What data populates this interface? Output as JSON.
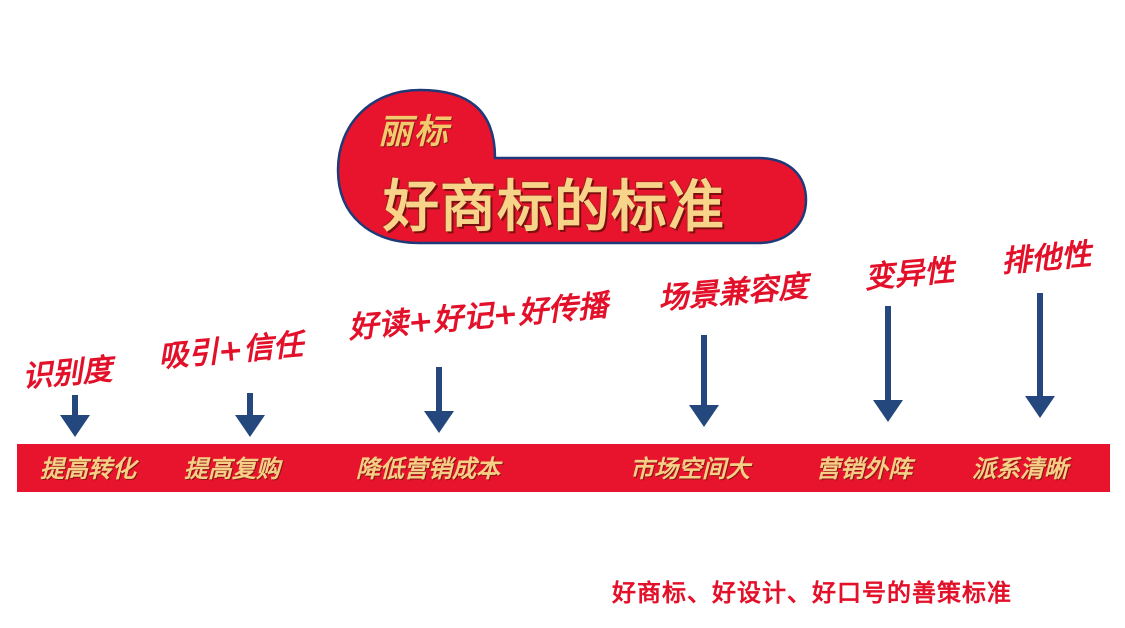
{
  "badge": {
    "brand": "丽标",
    "title": "好商标的标准"
  },
  "criteria": [
    {
      "label": "识别度",
      "benefit": "提高转化"
    },
    {
      "label": "吸引+信任",
      "benefit": "提高复购"
    },
    {
      "label": "好读+好记+好传播",
      "benefit": "降低营销成本"
    },
    {
      "label": "场景兼容度",
      "benefit": "市场空间大"
    },
    {
      "label": "变异性",
      "benefit": "营销外阵"
    },
    {
      "label": "排他性",
      "benefit": "派系清晰"
    }
  ],
  "footer": "好商标、好设计、好口号的善策标准",
  "colors": {
    "red": "#e8132c",
    "gold": "#f6cf86",
    "arrow_blue": "#24477d",
    "badge_border": "#1f3a78"
  }
}
